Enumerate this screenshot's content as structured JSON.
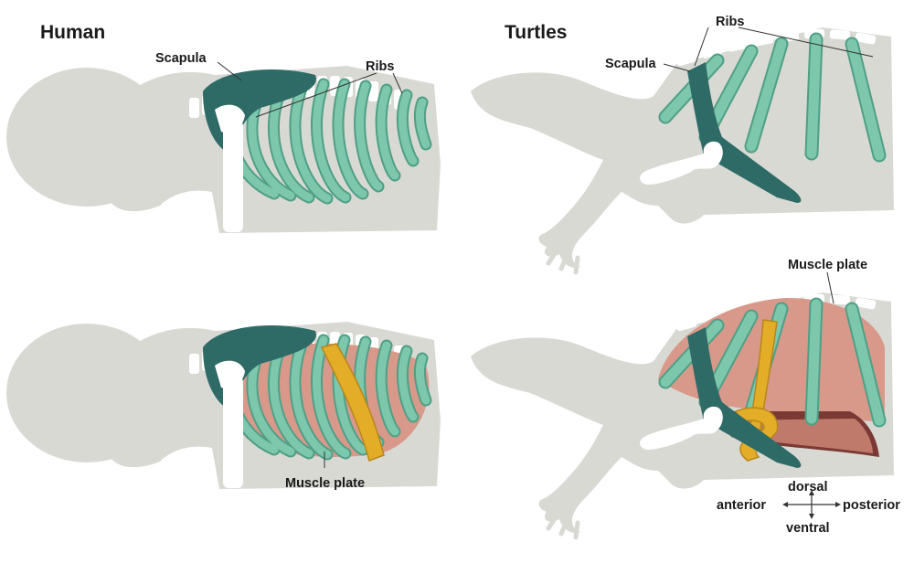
{
  "panels": {
    "human": {
      "title": "Human"
    },
    "turtles": {
      "title": "Turtles"
    }
  },
  "labels": {
    "human_top_scapula": "Scapula",
    "human_top_ribs": "Ribs",
    "human_bottom_muscle_plate": "Muscle plate",
    "turtle_top_ribs": "Ribs",
    "turtle_top_scapula": "Scapula",
    "turtle_bottom_muscle_plate": "Muscle plate"
  },
  "orientation": {
    "dorsal": "dorsal",
    "ventral": "ventral",
    "anterior": "anterior",
    "posterior": "posterior"
  },
  "colors": {
    "body_silhouette": "#d9d9d4",
    "rib_green": "#6fbda2",
    "rib_outline": "#4f9f86",
    "scapula_teal": "#2e6b67",
    "muscle_plate_pink": "#d9998a",
    "muscle_plate_yellow": "#e3ad28",
    "bone_white": "#ffffff"
  }
}
